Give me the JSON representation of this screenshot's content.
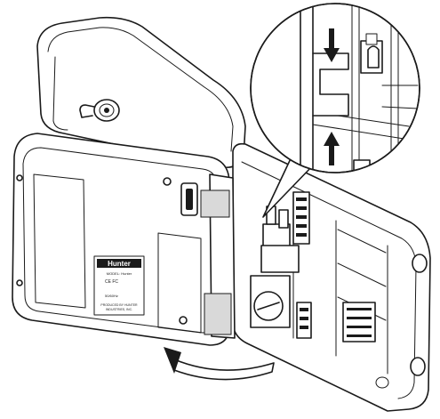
{
  "label_plate": {
    "brand": "Hunter",
    "model_line": "MODEL: Hunter",
    "marks": "CE  FC",
    "rating_line": "50/60Hz",
    "footer_line1": "PRODUCED BY HUNTER",
    "footer_line2": "INDUSTRIES, INC."
  },
  "colors": {
    "line": "#1a1a1a",
    "background": "#ffffff",
    "shade": "#d9d9d9"
  },
  "arrows": {
    "rotation": "curved-arrow-counterclockwise",
    "slide_down": "down-arrow-icon",
    "slide_up": "up-arrow-icon"
  }
}
